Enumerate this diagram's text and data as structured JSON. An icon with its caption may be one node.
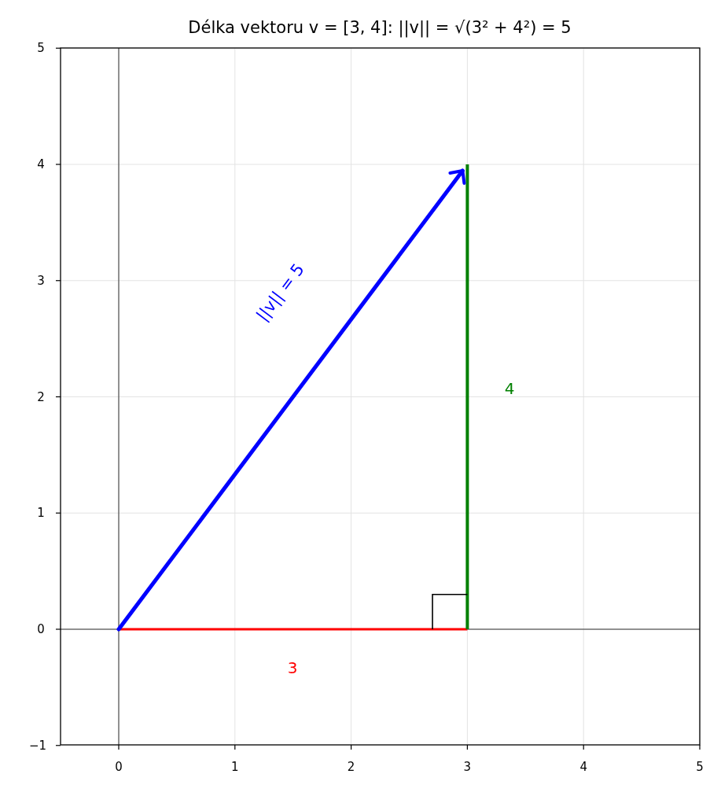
{
  "diagram": {
    "title": "Délka vektoru v = [3, 4]: ||v|| = √(3² + 4²) = 5",
    "labels": [
      "5",
      "4",
      "||v|| = 5",
      "3",
      "2",
      "4",
      "1",
      "0",
      "3",
      "−1",
      "0",
      "1",
      "2",
      "3",
      "4",
      "5"
    ]
  }
}
